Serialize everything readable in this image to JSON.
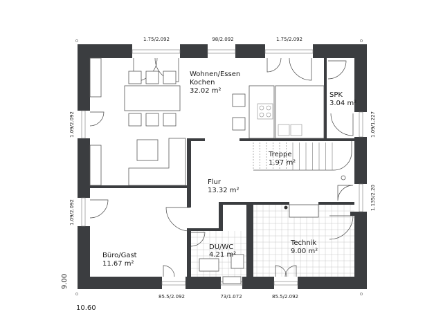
{
  "rooms": {
    "wohnen": {
      "name_line1": "Wohnen/Essen",
      "name_line2": "Kochen",
      "area": "32.02 m²"
    },
    "spk": {
      "name": "SPK",
      "area": "3.04 m²"
    },
    "treppe": {
      "name": "Treppe",
      "area": "1.97 m²"
    },
    "flur": {
      "name": "Flur",
      "area": "13.32 m²"
    },
    "buero": {
      "name": "Büro/Gast",
      "area": "11.67 m²"
    },
    "technik": {
      "name": "Technik",
      "area": "9.00 m²"
    },
    "duwc": {
      "name": "DU/WC",
      "area": "4.21 m²"
    }
  },
  "dimensions": {
    "top": [
      "1.75/2.092",
      "98/2.092",
      "1.75/2.092"
    ],
    "bottom": [
      "85.5/2.092",
      "73/1.072",
      "85.5/2.092"
    ],
    "left": [
      "1.09/2.092",
      "1.09/2.092"
    ],
    "right": [
      "1.09/1.227",
      "1.135/2.20"
    ]
  },
  "overall": {
    "width": "10.60",
    "depth": "9.00"
  }
}
